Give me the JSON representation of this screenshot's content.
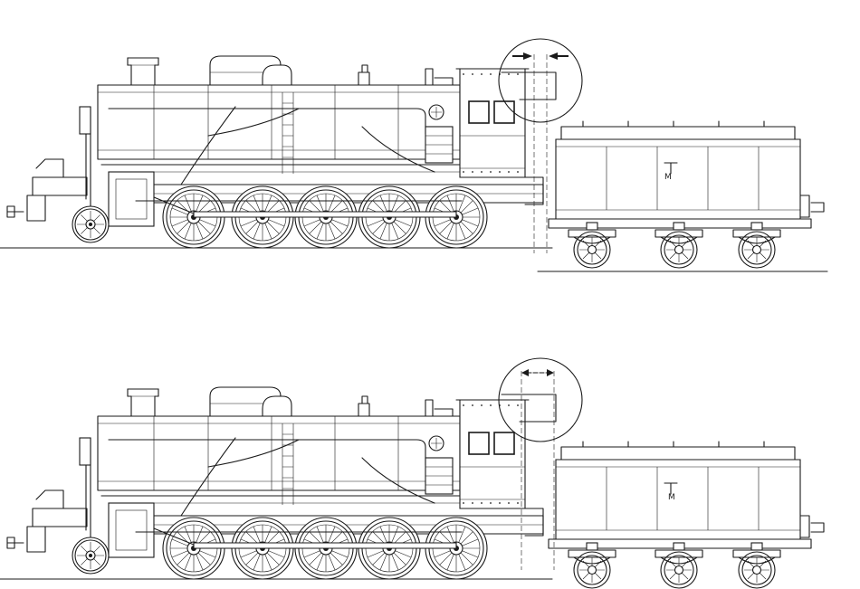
{
  "tender_marking": "M",
  "views": [
    {
      "state": "coupled-close"
    },
    {
      "state": "coupled-wide"
    }
  ]
}
